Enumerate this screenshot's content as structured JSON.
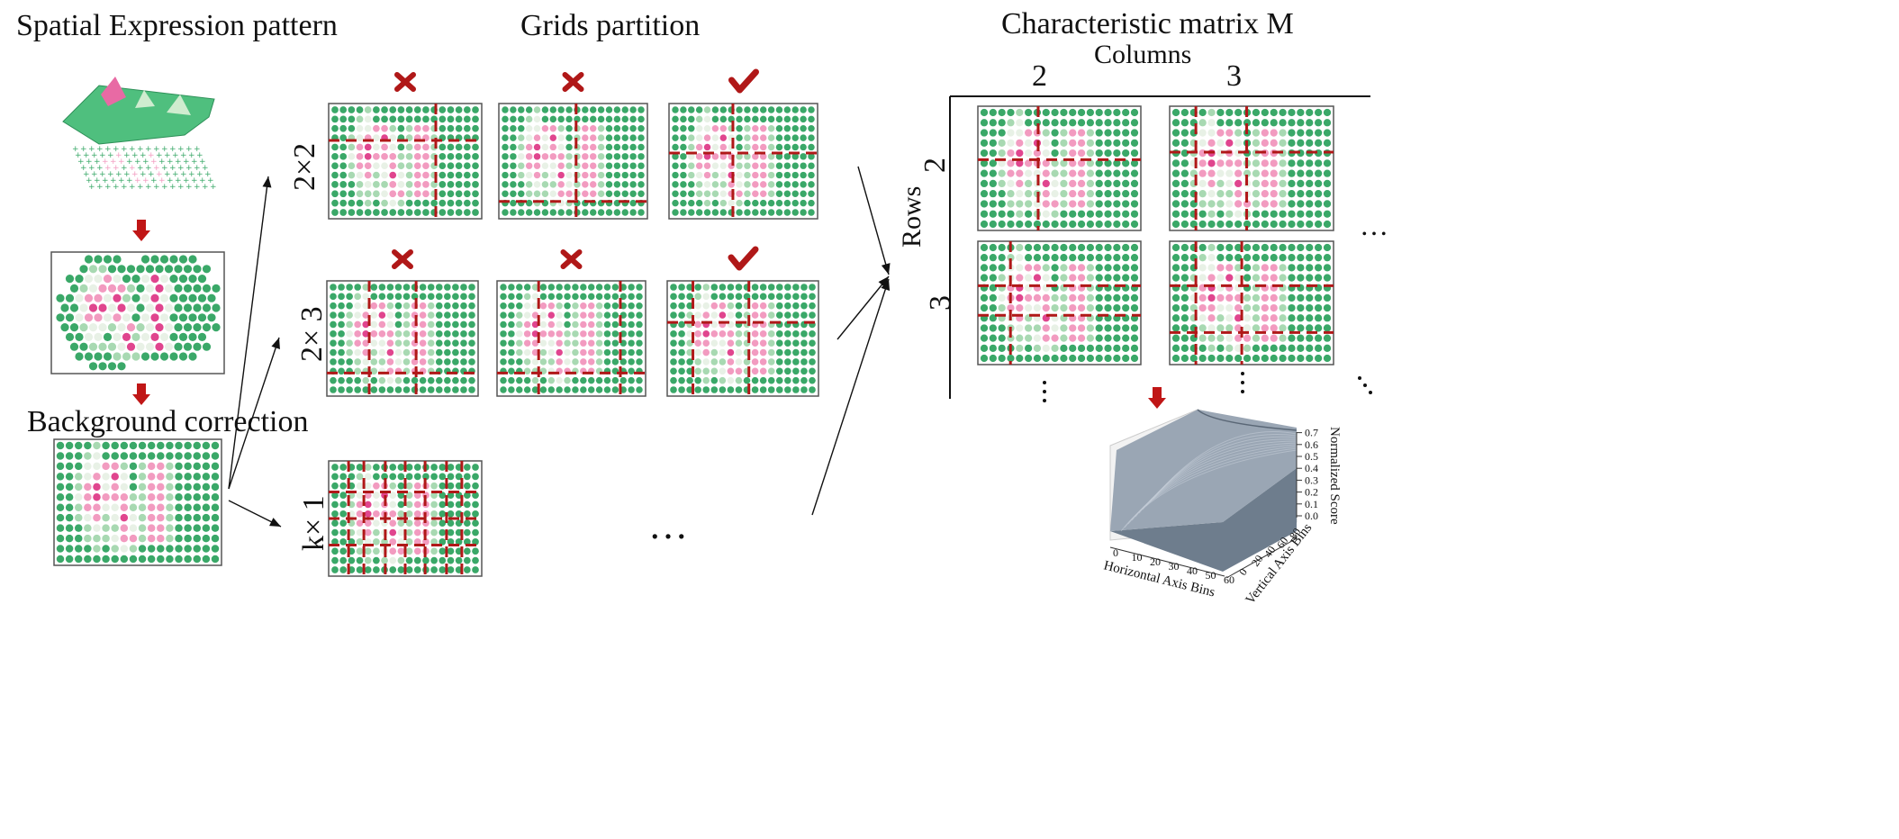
{
  "titles": {
    "left": "Spatial Expression pattern",
    "middle": "Grids partition",
    "right": "Characteristic matrix M",
    "background": "Background correction",
    "columns": "Columns",
    "rows": "Rows"
  },
  "grid_labels": {
    "row1": "2×2",
    "row2": "2× 3",
    "row3": "k× 1"
  },
  "matrix_labels": {
    "col1": "2",
    "col2": "3",
    "row1": "2",
    "row2": "3"
  },
  "marks": {
    "cross": "✖",
    "check": "✔",
    "ellipsis": "…"
  },
  "grid_rows": [
    {
      "label": "2×2",
      "verdicts": [
        "cross",
        "cross",
        "check"
      ]
    },
    {
      "label": "2× 3",
      "verdicts": [
        "cross",
        "cross",
        "check"
      ]
    },
    {
      "label": "k× 1",
      "verdicts": []
    }
  ],
  "plot3d": {
    "x_label": "Horizontal Axis Bins",
    "y_label": "Vertical Axis Bins",
    "z_label": "Normalized Score",
    "x_ticks": [
      "0",
      "10",
      "20",
      "30",
      "40",
      "50",
      "60"
    ],
    "y_ticks": [
      "0",
      "20",
      "40",
      "60",
      "80"
    ],
    "z_ticks": [
      "0.0",
      "0.1",
      "0.2",
      "0.3",
      "0.4",
      "0.5",
      "0.6",
      "0.7"
    ]
  },
  "colors": {
    "green": "#3aa868",
    "light_green": "#a8d9b2",
    "pale": "#e8f1e6",
    "pink": "#f29bc0",
    "hot_pink": "#e0458e",
    "red_mark": "#b01818",
    "surface": "#9aa6b4"
  }
}
